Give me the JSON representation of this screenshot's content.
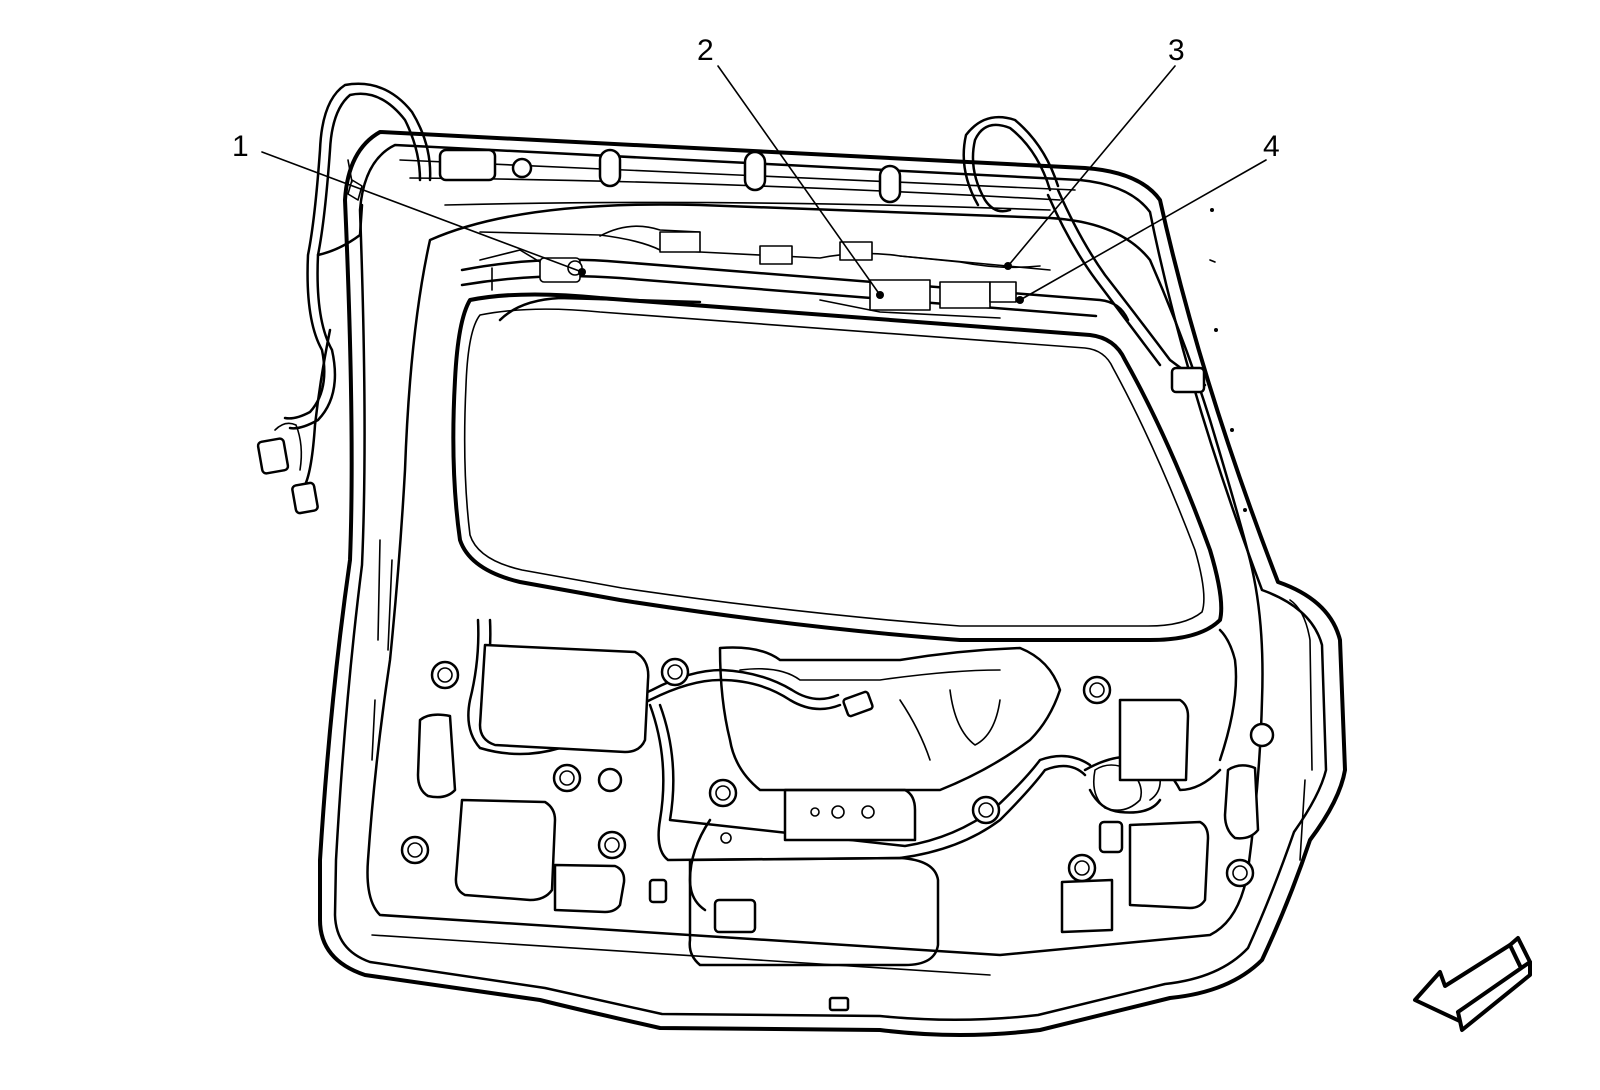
{
  "callouts": [
    {
      "id": "1",
      "label": "1"
    },
    {
      "id": "2",
      "label": "2"
    },
    {
      "id": "3",
      "label": "3"
    },
    {
      "id": "4",
      "label": "4"
    }
  ],
  "colors": {
    "ink": "#000000",
    "background": "#ffffff"
  },
  "icons": {
    "view_direction": "view-direction-arrow-icon"
  }
}
